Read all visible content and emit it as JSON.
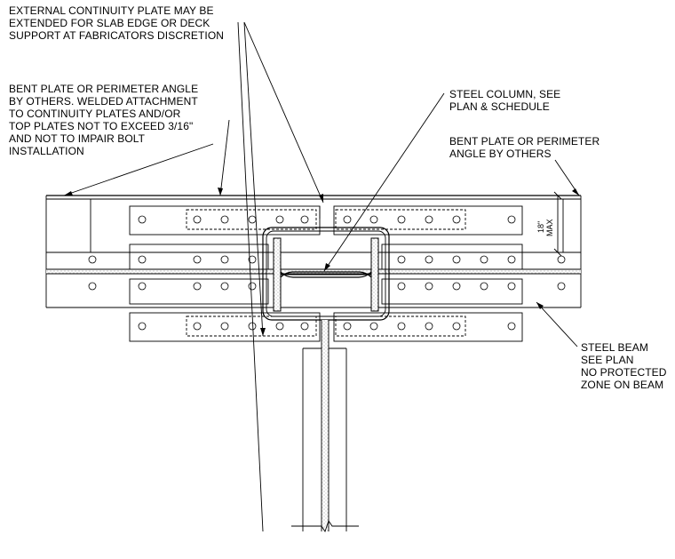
{
  "notes": {
    "continuity_plate": "EXTERNAL CONTINUITY PLATE MAY BE\nEXTENDED FOR SLAB EDGE OR DECK\nSUPPORT AT FABRICATORS DISCRETION",
    "bent_plate_left": "BENT PLATE OR PERIMETER ANGLE\nBY OTHERS. WELDED ATTACHMENT\nTO CONTINUITY PLATES AND/OR\nTOP PLATES NOT TO EXCEED 3/16\"\nAND NOT TO IMPAIR BOLT\nINSTALLATION",
    "steel_column": "STEEL COLUMN, SEE\nPLAN & SCHEDULE",
    "bent_plate_right": "BENT PLATE OR PERIMETER\nANGLE BY OTHERS",
    "steel_beam": "STEEL BEAM\nSEE PLAN\nNO PROTECTED\nZONE ON BEAM"
  },
  "dimension": {
    "value": "18\"",
    "suffix": "MAX"
  }
}
